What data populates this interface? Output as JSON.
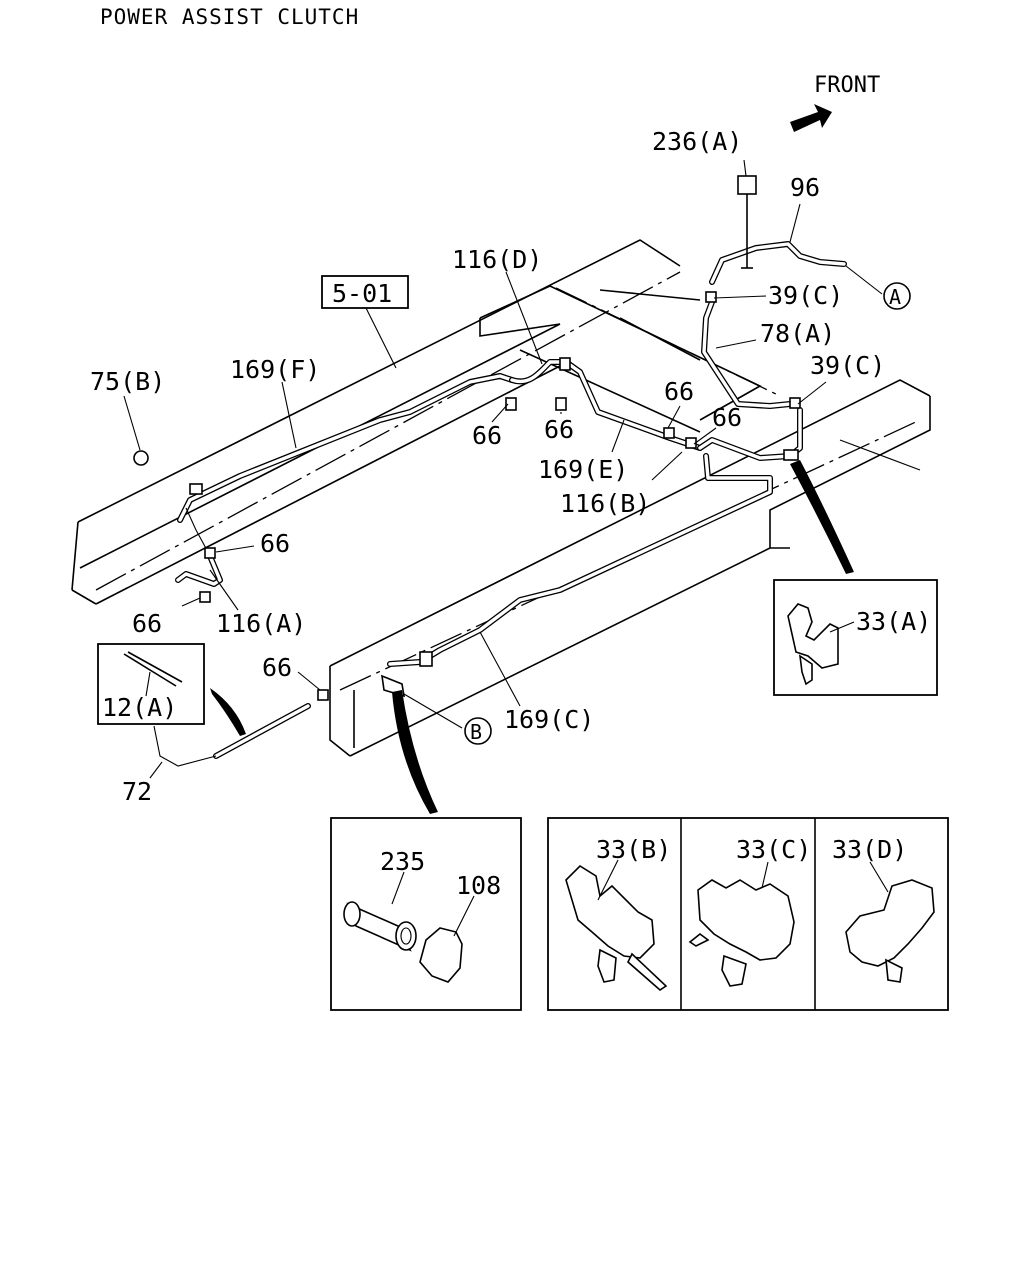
{
  "title": "POWER ASSIST CLUTCH",
  "front_label": "FRONT",
  "ref_box": "5-01",
  "callouts": {
    "c236a": "236(A)",
    "c96": "96",
    "c39c_top": "39(C)",
    "c78a": "78(A)",
    "c39c_mid": "39(C)",
    "c116d": "116(D)",
    "c169f": "169(F)",
    "c75b": "75(B)",
    "c66_a": "66",
    "c66_b": "66",
    "c66_c": "66",
    "c66_d": "66",
    "c169e": "169(E)",
    "c116b": "116(B)",
    "c66_e": "66",
    "c66_f": "66",
    "c116a": "116(A)",
    "c66_g": "66",
    "c12a": "12(A)",
    "c72": "72",
    "c169c": "169(C)",
    "c33a": "33(A)",
    "c235": "235",
    "c108": "108",
    "c33b": "33(B)",
    "c33c": "33(C)",
    "c33d": "33(D)"
  },
  "markers": {
    "a": "A",
    "b": "B"
  }
}
